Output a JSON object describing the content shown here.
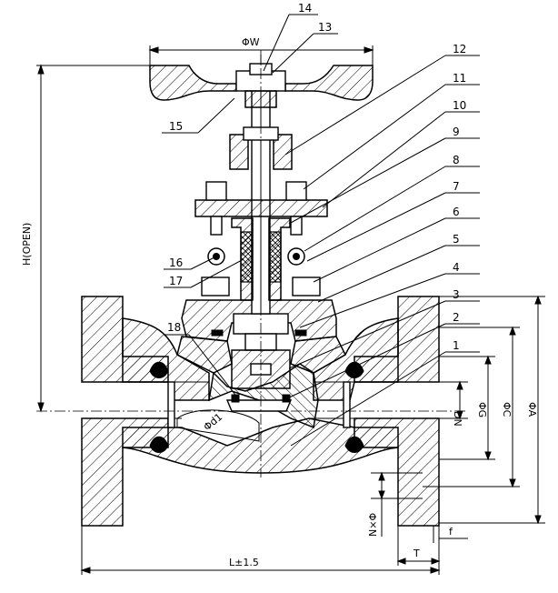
{
  "diagram": {
    "part_numbers": [
      "1",
      "2",
      "3",
      "4",
      "5",
      "6",
      "7",
      "8",
      "9",
      "10",
      "11",
      "12",
      "13",
      "14",
      "15",
      "16",
      "17",
      "18"
    ],
    "dimensions": {
      "handwheel_diameter": "ΦW",
      "height_open": "H(OPEN)",
      "length": "L±1.5",
      "nominal_diameter": "DN",
      "phi_g": "ΦG",
      "phi_c": "ΦC",
      "phi_a": "ΦA",
      "bolt_holes": "N×Φ",
      "flange_thickness": "T",
      "raised_face": "f",
      "seat_bore": "Φd1"
    }
  }
}
